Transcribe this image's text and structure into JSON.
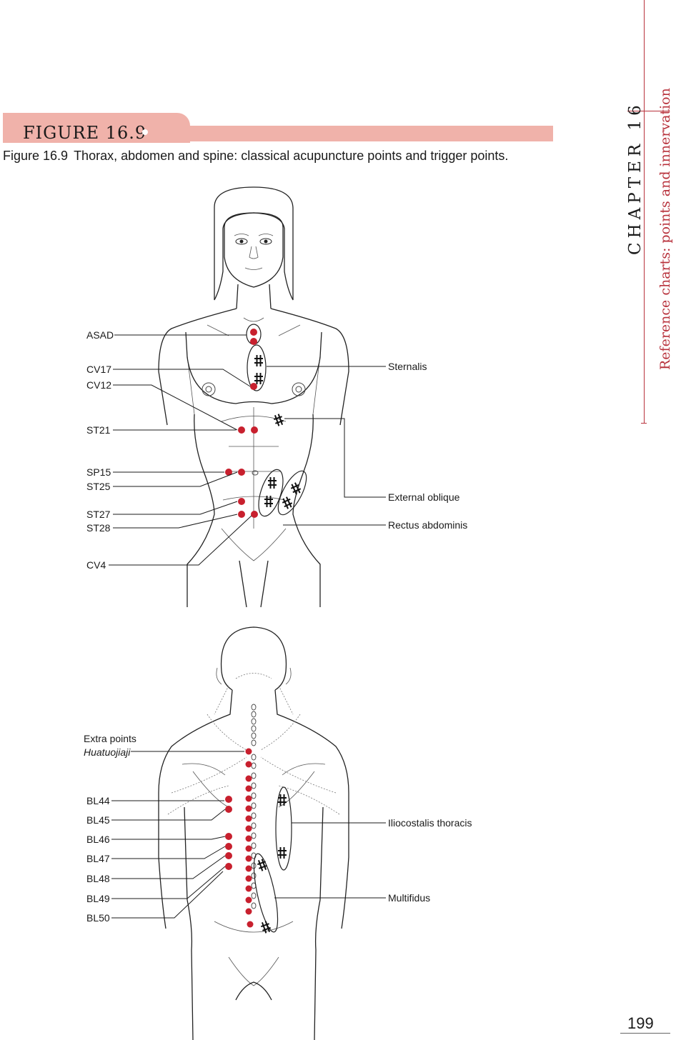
{
  "figure_banner": "FIGURE 16.9",
  "caption": {
    "number": "Figure 16.9",
    "text": "Thorax, abdomen and spine: classical acupuncture points and trigger points."
  },
  "chapter": {
    "title": "CHAPTER 16",
    "subtitle": "Reference charts: points and innervation"
  },
  "page_number": "199",
  "front_labels": {
    "left": [
      "ASAD",
      "CV17",
      "CV12",
      "ST21",
      "SP15",
      "ST25",
      "ST27",
      "ST28",
      "CV4"
    ],
    "right": [
      "Sternalis",
      "External oblique",
      "Rectus abdominis"
    ]
  },
  "back_labels": {
    "extra_points": "Extra points",
    "huatuojiaji": "Huatuojiaji",
    "left": [
      "BL44",
      "BL45",
      "BL46",
      "BL47",
      "BL48",
      "BL49",
      "BL50"
    ],
    "right": [
      "Iliocostalis thoracis",
      "Multifidus"
    ]
  },
  "colors": {
    "acupoint": "#c8202e",
    "banner": "#f0b2aa",
    "accent": "#b8323c"
  }
}
